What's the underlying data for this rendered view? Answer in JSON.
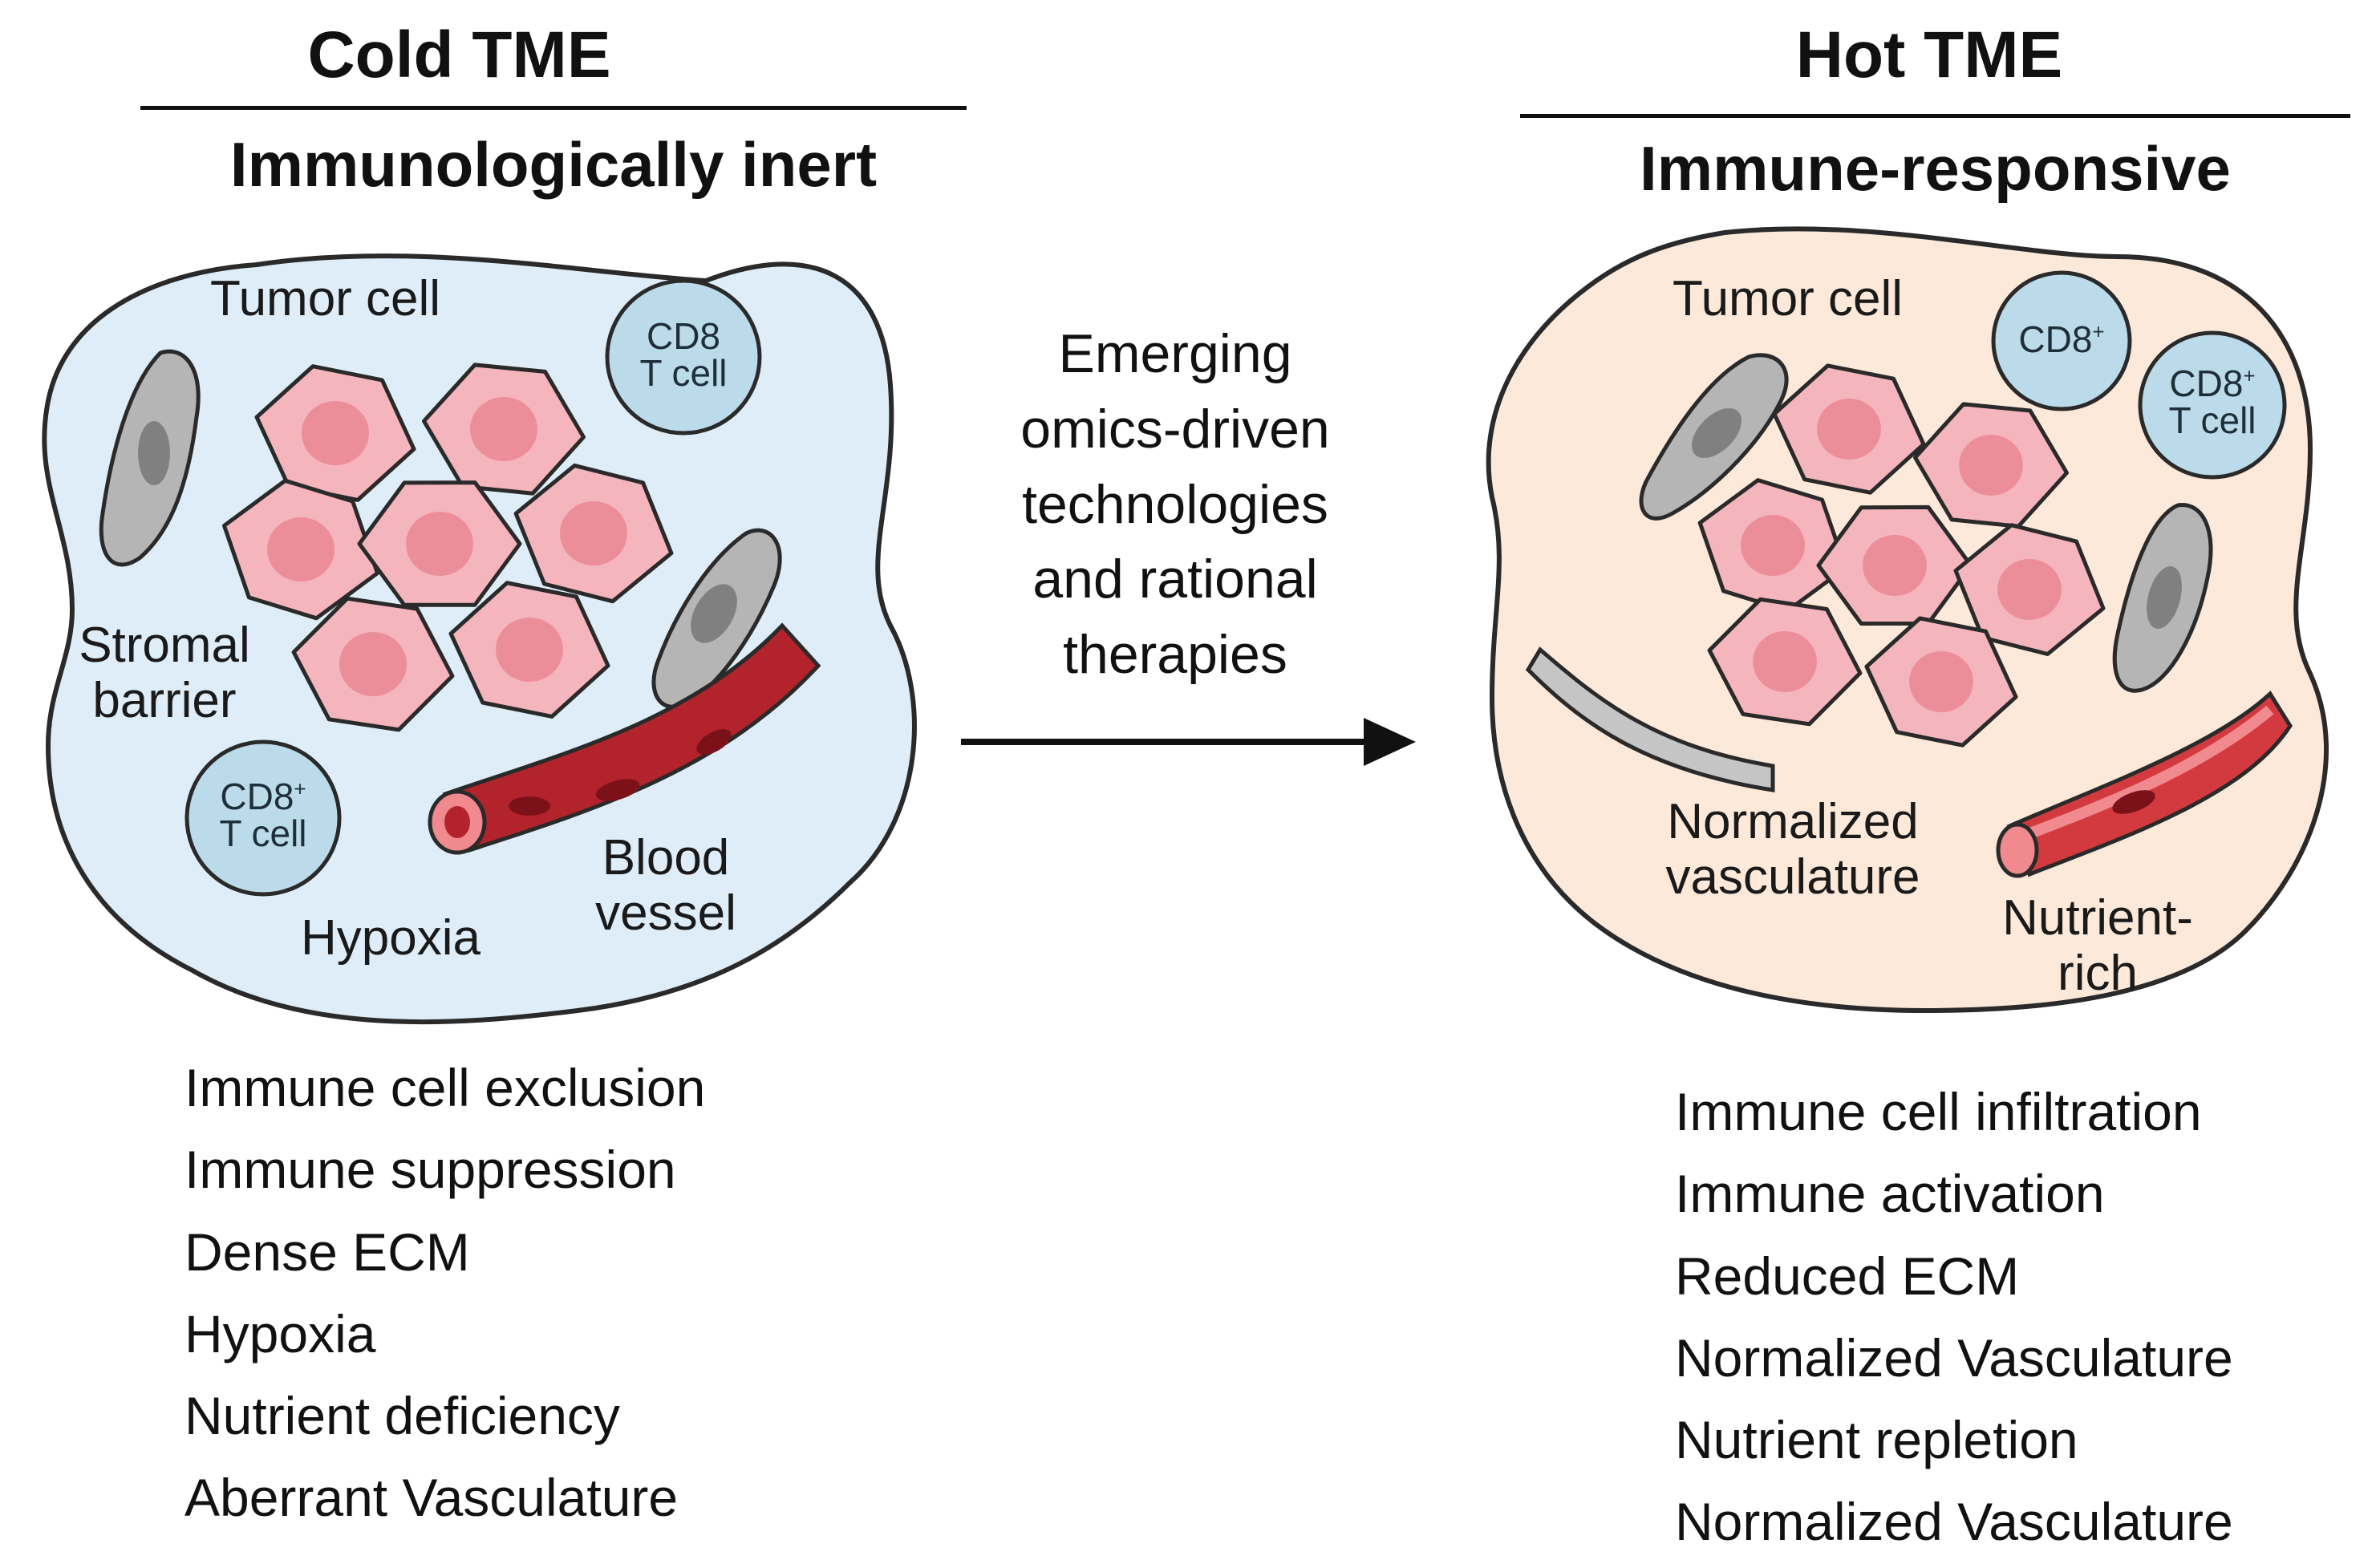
{
  "left": {
    "title": "Cold TME",
    "subtitle": "Immunologically inert",
    "labels": {
      "tumor_cell": "Tumor cell",
      "stromal_1": "Stromal",
      "stromal_2": "barrier",
      "hypoxia": "Hypoxia",
      "blood_1": "Blood",
      "blood_2": "vessel",
      "tcell_a_1": "CD8",
      "tcell_a_2": "T cell",
      "tcell_b_1": "CD8",
      "tcell_b_sup": "+",
      "tcell_b_2": "T cell"
    },
    "features": [
      "Immune cell exclusion",
      "Immune suppression",
      "Dense ECM",
      "Hypoxia",
      "Nutrient deficiency",
      "Aberrant Vasculature"
    ]
  },
  "center": {
    "lines": [
      "Emerging",
      "omics-driven",
      "technologies",
      "and rational",
      "therapies"
    ]
  },
  "right": {
    "title": "Hot TME",
    "subtitle": "Immune-responsive",
    "labels": {
      "tumor_cell": "Tumor cell",
      "normalized_1": "Normalized",
      "normalized_2": "vasculature",
      "nutrient_1": "Nutrient-",
      "nutrient_2": "rich",
      "tcell_a_1": "CD8",
      "tcell_a_sup": "+",
      "tcell_b_1": "CD8",
      "tcell_b_sup": "+",
      "tcell_b_2": "T cell"
    },
    "features": [
      "Immune cell infiltration",
      "Immune activation",
      "Reduced ECM",
      "Normalized Vasculature",
      "Nutrient repletion",
      "Normalized Vasculature"
    ]
  },
  "colors": {
    "cold_bg": "#deedf8",
    "hot_bg": "#fce9da",
    "tumor_fill": "#f5b5bd",
    "tumor_nucleus": "#ec8e9a",
    "tcell_fill": "#bcdbea",
    "stromal_fill": "#b5b5b5",
    "stromal_nucleus": "#808080",
    "vessel_fill": "#b3232b",
    "vessel_dark": "#7c1219",
    "vessel_inner": "#f08a8f",
    "outline": "#2a2a2a"
  }
}
